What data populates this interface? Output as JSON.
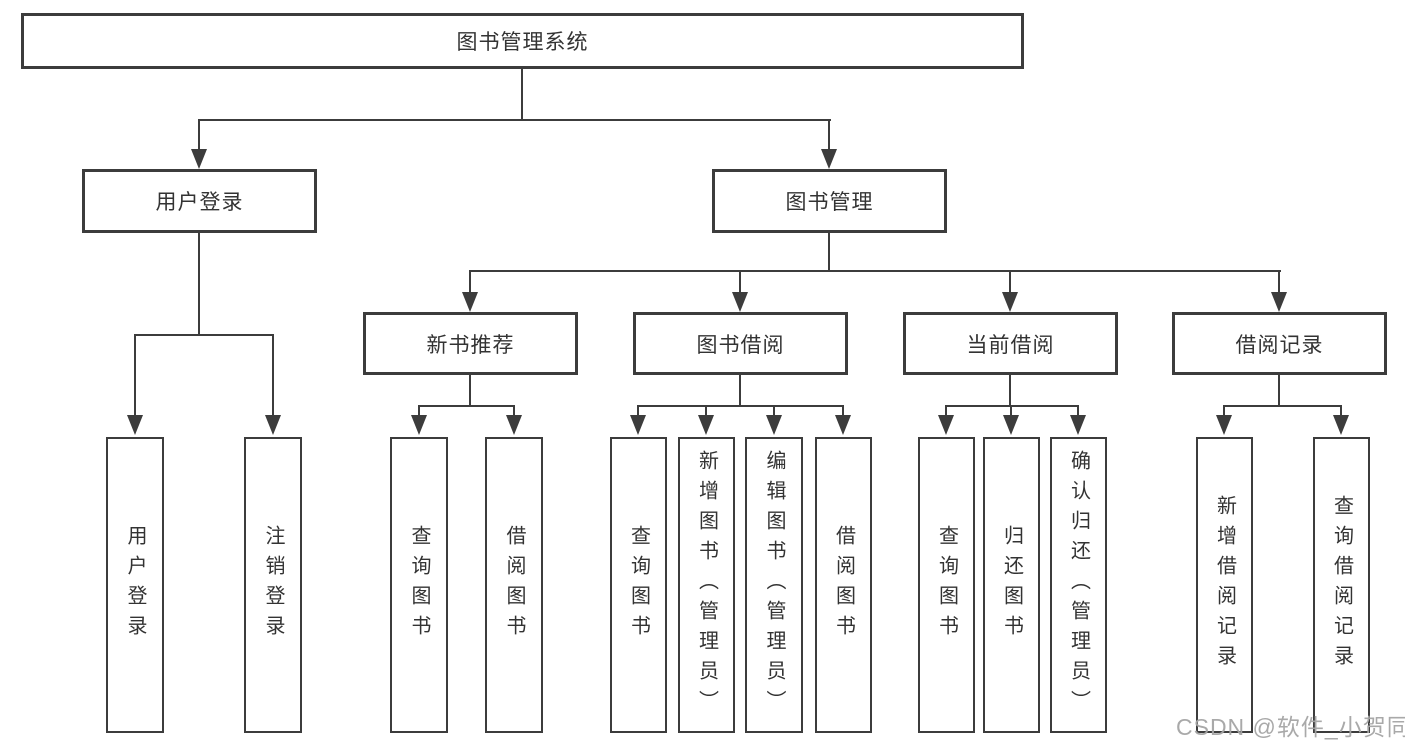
{
  "diagram_title": "图书管理系统",
  "nodes": {
    "root": "图书管理系统",
    "login": {
      "label": "用户登录",
      "children": [
        "用户登录",
        "注销登录"
      ]
    },
    "management": {
      "label": "图书管理",
      "sections": [
        {
          "label": "新书推荐",
          "children": [
            "查询图书",
            "借阅图书"
          ]
        },
        {
          "label": "图书借阅",
          "children": [
            "查询图书",
            "新增图书（管理员）",
            "编辑图书（管理员）",
            "借阅图书"
          ]
        },
        {
          "label": "当前借阅",
          "children": [
            "查询图书",
            "归还图书",
            "确认归还（管理员）"
          ]
        },
        {
          "label": "借阅记录",
          "children": [
            "新增借阅记录",
            "查询借阅记录"
          ]
        }
      ]
    }
  },
  "colors": {
    "line": "#3c3c3c",
    "text": "#333333",
    "watermark": "#a5a5a5"
  },
  "watermark": "CSDN @软件_小贺同学"
}
